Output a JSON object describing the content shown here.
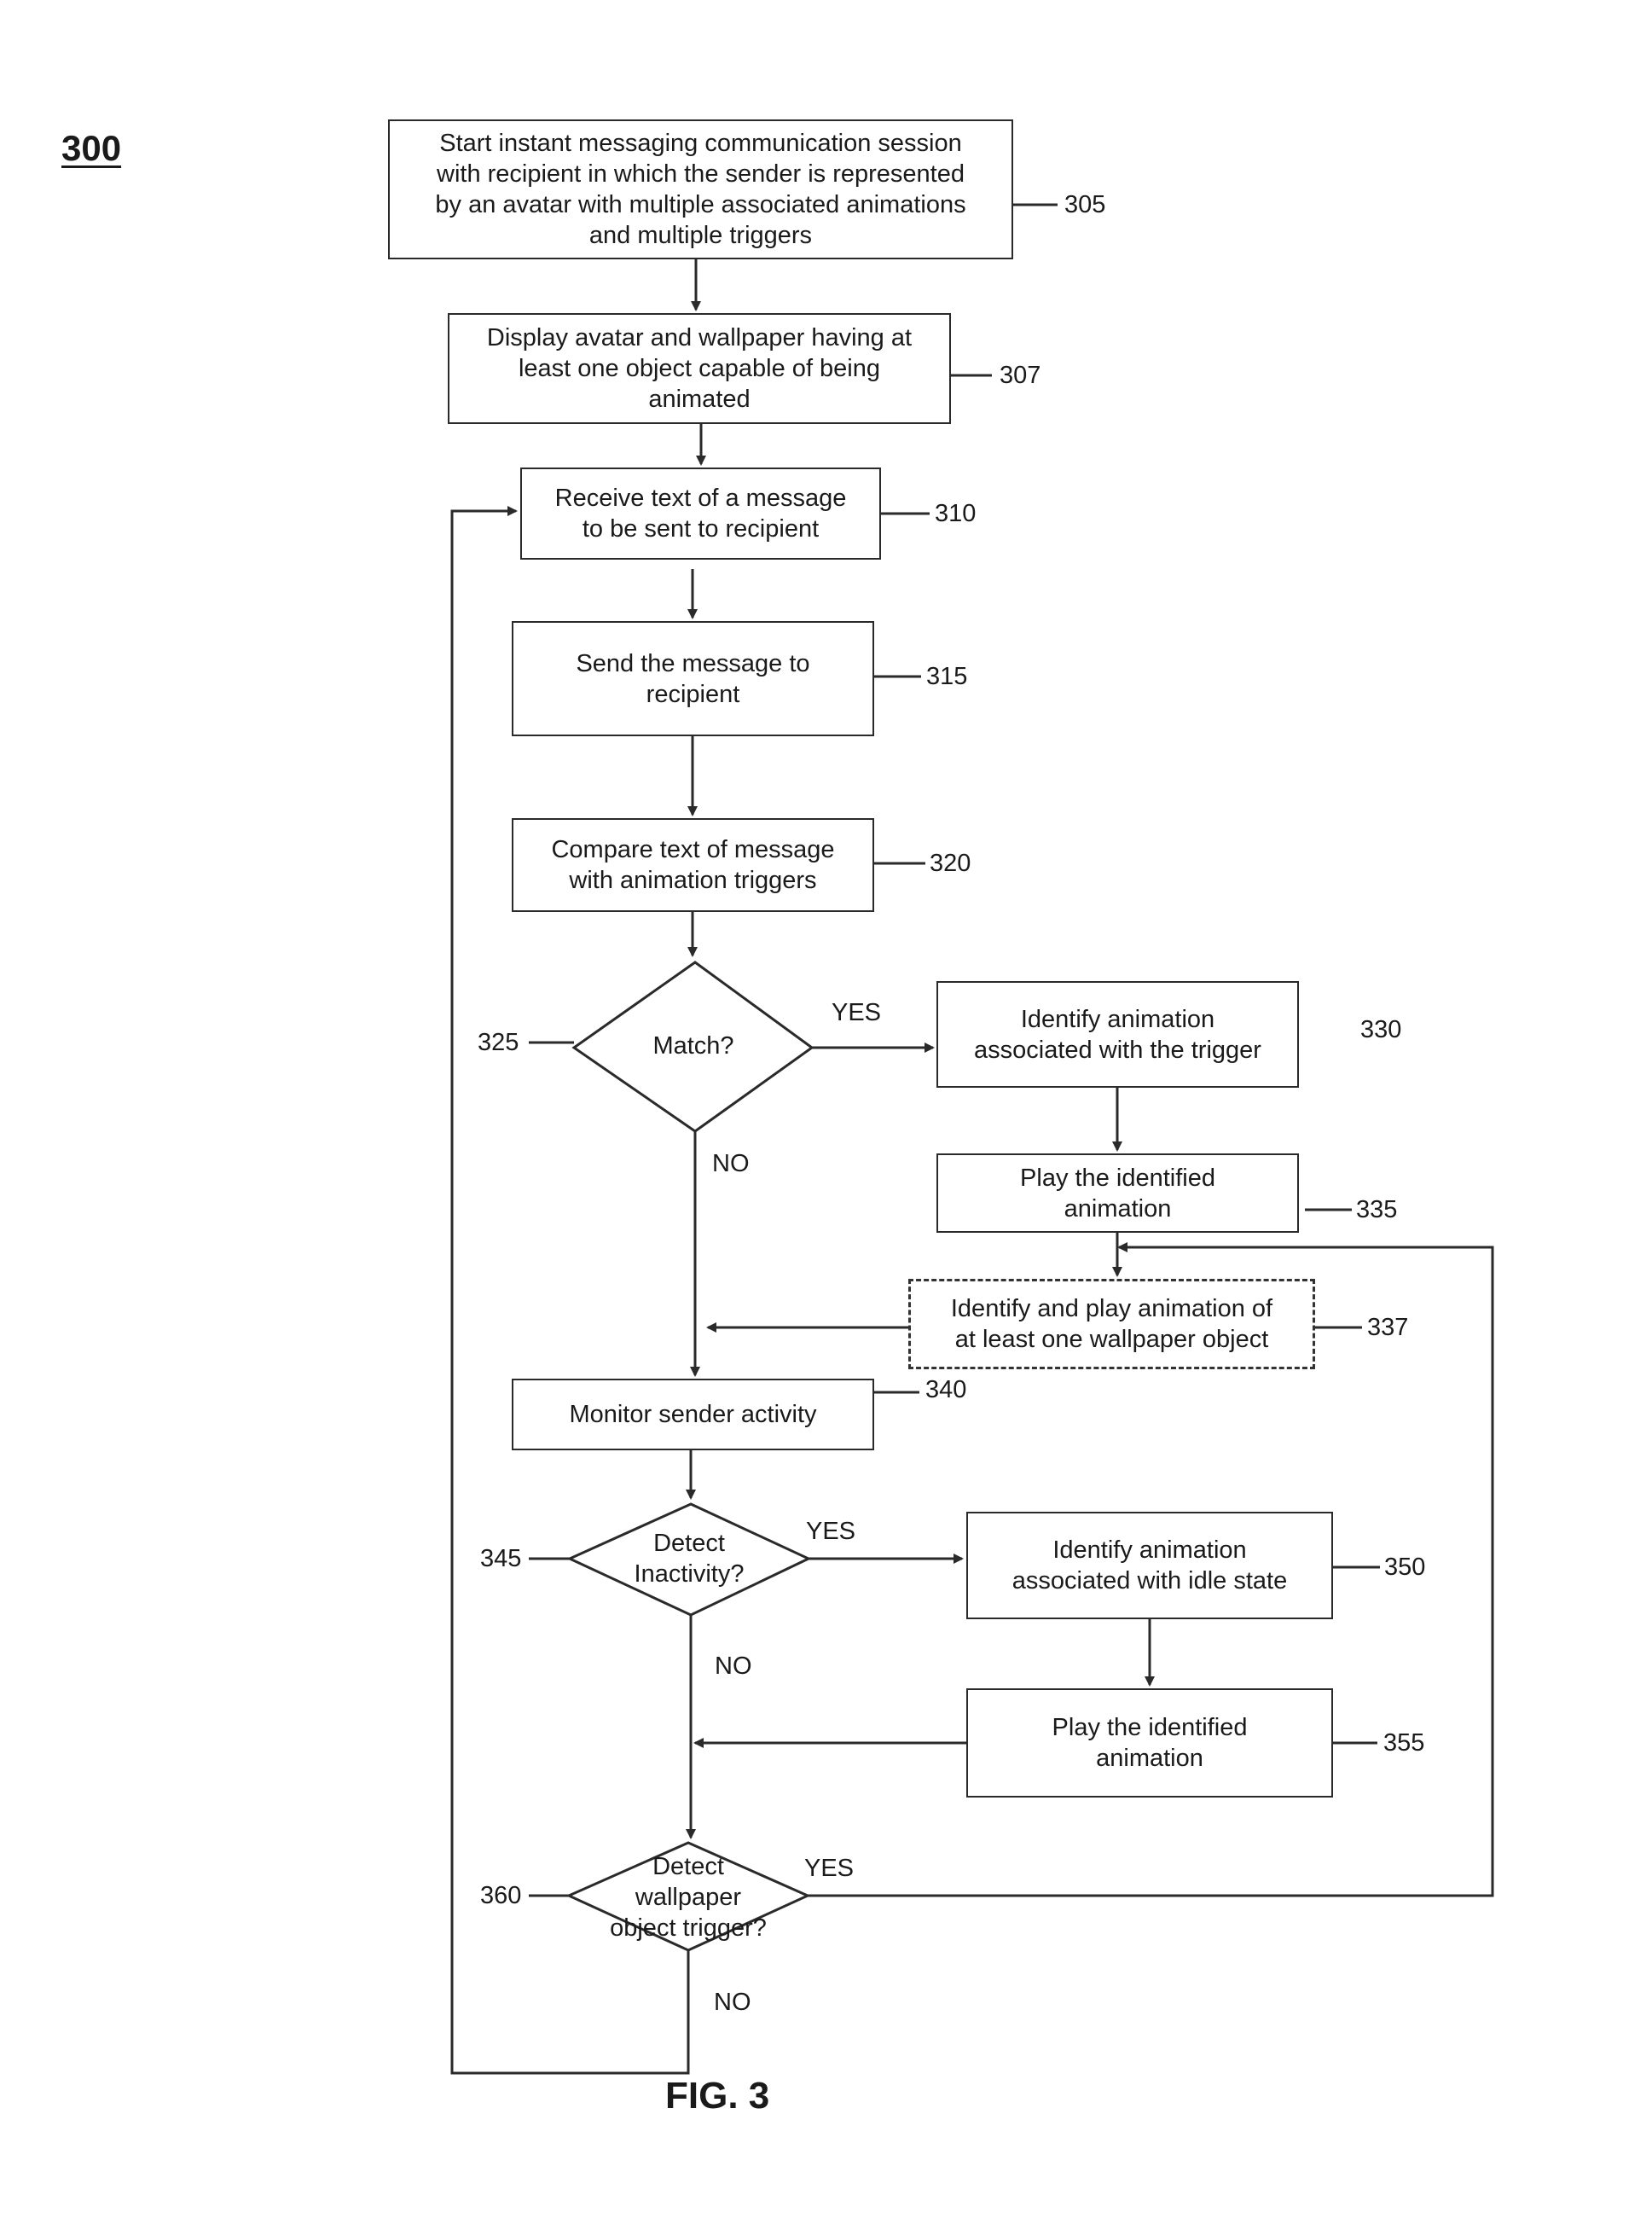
{
  "figure_number": "300",
  "caption": "FIG. 3",
  "steps": {
    "s305": {
      "ref": "305",
      "lines": [
        "Start instant messaging communication session",
        "with recipient in which the sender is represented",
        "by an avatar  with multiple associated animations",
        "and multiple triggers"
      ]
    },
    "s307": {
      "ref": "307",
      "lines": [
        "Display avatar and wallpaper having at",
        "least one object capable of being",
        "animated"
      ]
    },
    "s310": {
      "ref": "310",
      "lines": [
        "Receive text of a message",
        "to be sent to recipient"
      ]
    },
    "s315": {
      "ref": "315",
      "lines": [
        "Send the message to",
        "recipient"
      ]
    },
    "s320": {
      "ref": "320",
      "lines": [
        "Compare text of message",
        "with animation triggers"
      ]
    },
    "s325": {
      "ref": "325",
      "lines": [
        "Match?"
      ],
      "yes": "YES",
      "no": "NO"
    },
    "s330": {
      "ref": "330",
      "lines": [
        "Identify animation",
        "associated with the trigger"
      ]
    },
    "s335": {
      "ref": "335",
      "lines": [
        "Play the identified",
        "animation"
      ]
    },
    "s337": {
      "ref": "337",
      "lines": [
        "Identify and play animation of",
        "at least one wallpaper object"
      ]
    },
    "s340": {
      "ref": "340",
      "lines": [
        "Monitor sender activity"
      ]
    },
    "s345": {
      "ref": "345",
      "lines": [
        "Detect",
        "Inactivity?"
      ],
      "yes": "YES",
      "no": "NO"
    },
    "s350": {
      "ref": "350",
      "lines": [
        "Identify animation",
        "associated with idle state"
      ]
    },
    "s355": {
      "ref": "355",
      "lines": [
        "Play the identified",
        "animation"
      ]
    },
    "s360": {
      "ref": "360",
      "lines": [
        "Detect",
        "wallpaper",
        "object trigger?"
      ],
      "yes": "YES",
      "no": "NO"
    }
  },
  "colors": {
    "line": "#2a2a2a",
    "text": "#1a1a1a",
    "background": "#ffffff"
  }
}
